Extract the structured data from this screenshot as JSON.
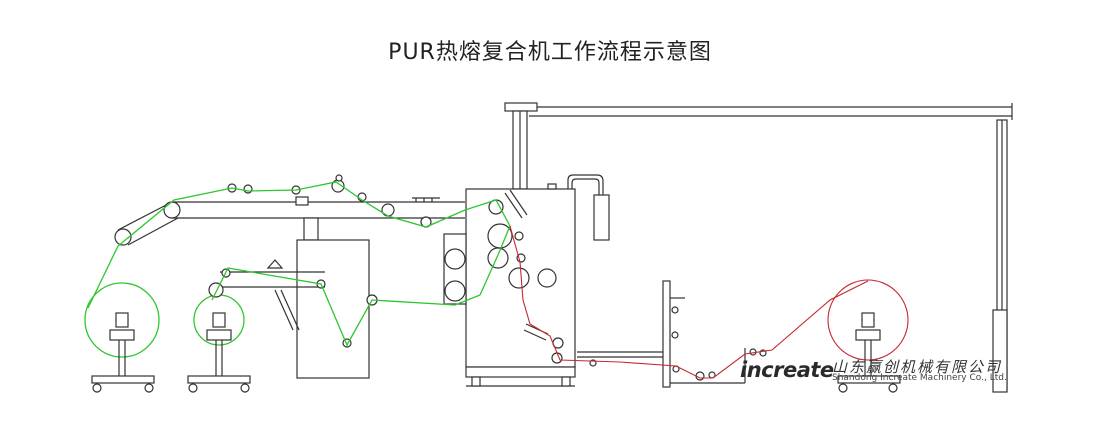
{
  "title": "PUR热熔复合机工作流程示意图",
  "logo": {
    "brand": "increate",
    "company_cn": "山东赢创机械有限公司",
    "company_en": "Shandong Increate Machinery Co., Ltd."
  },
  "colors": {
    "substrate_path": "#2fc52f",
    "film_path": "#c5282f",
    "machine_line": "#333333"
  }
}
